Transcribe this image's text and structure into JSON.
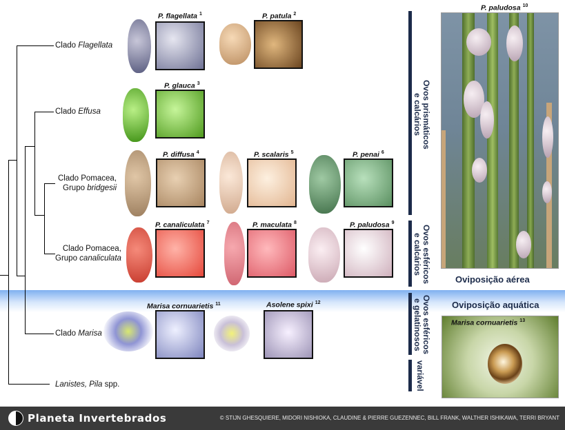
{
  "clades": {
    "flagellata": {
      "prefix": "Clado ",
      "name": "Flagellata"
    },
    "effusa": {
      "prefix": "Clado ",
      "name": "Effusa"
    },
    "bridgesii": {
      "line1": "Clado Pomacea,",
      "line2_prefix": "Grupo ",
      "line2_name": "bridgesii"
    },
    "canaliculata": {
      "line1": "Clado Pomacea,",
      "line2_prefix": "Grupo ",
      "line2_name": "canaliculata"
    },
    "marisa": {
      "prefix": "Clado ",
      "name": "Marisa"
    },
    "lanistes": {
      "name": "Lanistes, Pila",
      "suffix": " spp."
    }
  },
  "species": [
    {
      "name": "P. flagellata",
      "num": "1"
    },
    {
      "name": "P. patula",
      "num": "2"
    },
    {
      "name": "P. glauca",
      "num": "3"
    },
    {
      "name": "P. diffusa",
      "num": "4"
    },
    {
      "name": "P. scalaris",
      "num": "5"
    },
    {
      "name": "P. penai",
      "num": "6"
    },
    {
      "name": "P. canaliculata",
      "num": "7"
    },
    {
      "name": "P. maculata",
      "num": "8"
    },
    {
      "name": "P. paludosa",
      "num": "9"
    },
    {
      "name": "P. paludosa",
      "num": "10"
    },
    {
      "name": "Marisa cornuarietis",
      "num": "11"
    },
    {
      "name": "Asolene spixi",
      "num": "12"
    },
    {
      "name": "Marisa cornuarietis",
      "num": "13"
    }
  ],
  "egg_types": {
    "prismatic": [
      "Ovos prismáticos",
      "e calcários"
    ],
    "spherical_calc": [
      "Ovos esféricos",
      "e calcários"
    ],
    "spherical_gel": [
      "Ovos esféricos",
      "e gelatinosos"
    ],
    "variable": "variável"
  },
  "oviposition": {
    "aerial": "Oviposição aérea",
    "aquatic": "Oviposição aquática"
  },
  "footer": {
    "brand": "Planeta Invertebrados",
    "credits": "© STIJN GHESQUIERE, MIDORI NISHIOKA, CLAUDINE & PIERRE GUEZENNEC, BILL FRANK, WALTHER ISHIKAWA, TERRI BRYANT"
  },
  "colors": {
    "accent_navy": "#1c2b4a",
    "footer_bg": "#3a3a3a",
    "aquatic_band": "#7fb0f0"
  }
}
